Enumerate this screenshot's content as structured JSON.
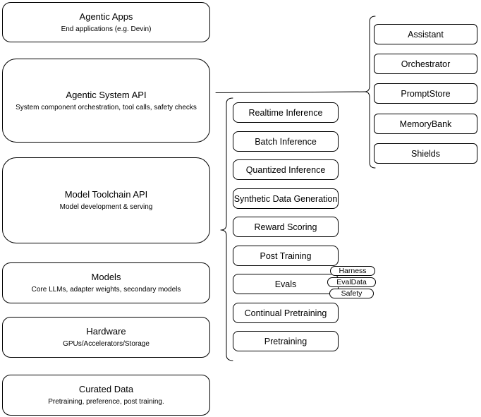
{
  "canvas": {
    "background_color": "#ffffff",
    "stroke_color": "#000000"
  },
  "left_column": {
    "boxes": [
      {
        "title": "Agentic Apps",
        "subtitle": "End applications (e.g. Devin)"
      },
      {
        "title": "Agentic System API",
        "subtitle": "System component orchestration, tool calls, safety checks"
      },
      {
        "title": "Model Toolchain API",
        "subtitle": "Model development & serving"
      },
      {
        "title": "Models",
        "subtitle": "Core LLMs, adapter weights, secondary models"
      },
      {
        "title": "Hardware",
        "subtitle": "GPUs/Accelerators/Storage"
      },
      {
        "title": "Curated Data",
        "subtitle": "Pretraining, preference, post training."
      }
    ]
  },
  "middle_column": {
    "boxes": [
      {
        "label": "Realtime Inference"
      },
      {
        "label": "Batch Inference"
      },
      {
        "label": "Quantized Inference"
      },
      {
        "label": "Synthetic Data Generation"
      },
      {
        "label": "Reward Scoring"
      },
      {
        "label": "Post Training"
      },
      {
        "label": "Evals"
      },
      {
        "label": "Continual Pretraining"
      },
      {
        "label": "Pretraining"
      }
    ],
    "eval_pills": [
      {
        "label": "Harness"
      },
      {
        "label": "EvalData"
      },
      {
        "label": "Safety"
      }
    ]
  },
  "right_column": {
    "boxes": [
      {
        "label": "Assistant"
      },
      {
        "label": "Orchestrator"
      },
      {
        "label": "PromptStore"
      },
      {
        "label": "MemoryBank"
      },
      {
        "label": "Shields"
      }
    ]
  }
}
